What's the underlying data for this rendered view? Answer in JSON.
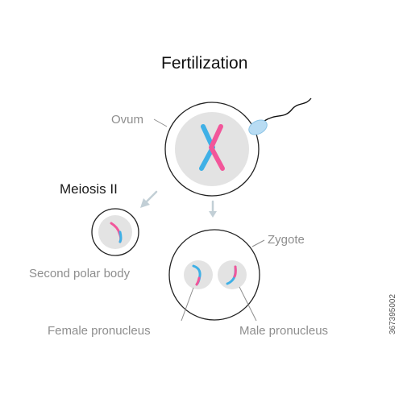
{
  "diagram": {
    "title": "Fertilization",
    "labels": {
      "ovum": "Ovum",
      "meiosis": "Meiosis II",
      "polar_body": "Second polar body",
      "zygote": "Zygote",
      "female_pronucleus": "Female pronucleus",
      "male_pronucleus": "Male pronucleus"
    },
    "stock_id": "367395002"
  },
  "colors": {
    "blue": "#3fb0e6",
    "pink": "#f2569a",
    "cell_fill": "#e3e3e3",
    "outline": "#222222",
    "arrow": "#c2cfd6",
    "sperm_head": "#b8dcf3"
  }
}
